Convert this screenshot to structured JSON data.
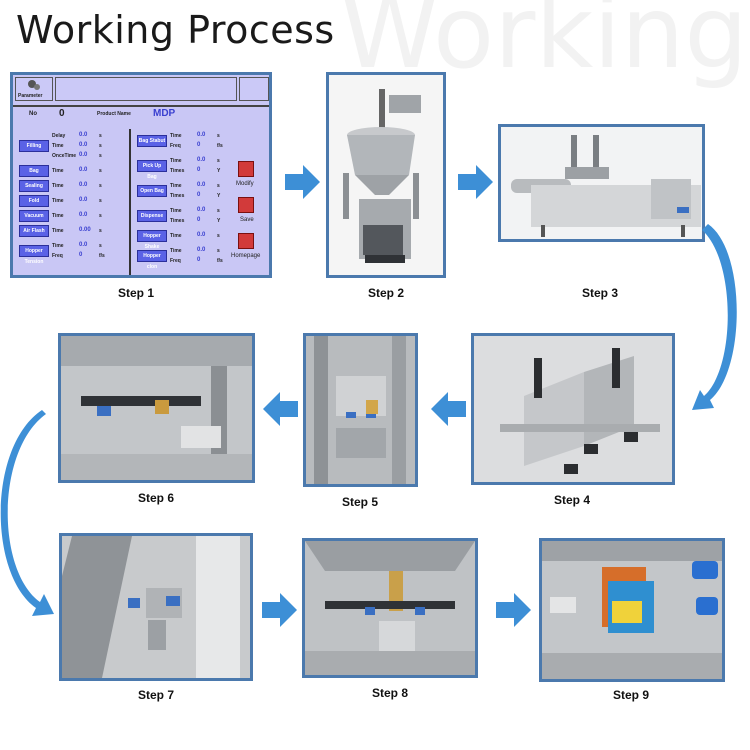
{
  "title": "Working Process",
  "ghost_text": "Working",
  "accent_color": "#4b79ad",
  "arrow_color": "#3d8fd6",
  "steps": [
    {
      "label": "Step 1"
    },
    {
      "label": "Step 2"
    },
    {
      "label": "Step 3"
    },
    {
      "label": "Step 4"
    },
    {
      "label": "Step 5"
    },
    {
      "label": "Step 6"
    },
    {
      "label": "Step 7"
    },
    {
      "label": "Step 8"
    },
    {
      "label": "Step 9"
    }
  ],
  "hmi": {
    "parameter": "Parameter",
    "no_label": "No",
    "no_value": "0",
    "product_name_label": "Product Name",
    "product_name_value": "MDP",
    "left_rows": [
      {
        "btn": "Filling",
        "lines": [
          {
            "k": "Delay",
            "v": "0.0",
            "u": "s"
          },
          {
            "k": "Time",
            "v": "0.0",
            "u": "s"
          },
          {
            "k": "OnceTime",
            "v": "0.0",
            "u": "s"
          }
        ]
      },
      {
        "btn": "Bag",
        "lines": [
          {
            "k": "Time",
            "v": "0.0",
            "u": "s"
          }
        ]
      },
      {
        "btn": "Sealing",
        "lines": [
          {
            "k": "Time",
            "v": "0.0",
            "u": "s"
          }
        ]
      },
      {
        "btn": "Fold",
        "lines": [
          {
            "k": "Time",
            "v": "0.0",
            "u": "s"
          }
        ]
      },
      {
        "btn": "Vacuum",
        "lines": [
          {
            "k": "Time",
            "v": "0.0",
            "u": "s"
          }
        ]
      },
      {
        "btn": "Air Flash",
        "lines": [
          {
            "k": "Time",
            "v": "0.00",
            "u": "s"
          }
        ]
      },
      {
        "btn": "Hopper Tension",
        "lines": [
          {
            "k": "Time",
            "v": "0.0",
            "u": "s"
          },
          {
            "k": "Freq",
            "v": "0",
            "u": "f/s"
          }
        ]
      }
    ],
    "right_rows": [
      {
        "btn": "Bag Stabut",
        "lines": [
          {
            "k": "Time",
            "v": "0.0",
            "u": "s"
          },
          {
            "k": "Freq",
            "v": "0",
            "u": "f/s"
          }
        ]
      },
      {
        "btn": "Pick Up Bag",
        "lines": [
          {
            "k": "Time",
            "v": "0.0",
            "u": "s"
          },
          {
            "k": "Times",
            "v": "0",
            "u": "Y"
          }
        ]
      },
      {
        "btn": "Open Bag",
        "lines": [
          {
            "k": "Time",
            "v": "0.0",
            "u": "s"
          },
          {
            "k": "Times",
            "v": "0",
            "u": "Y"
          }
        ]
      },
      {
        "btn": "Dispense",
        "lines": [
          {
            "k": "Time",
            "v": "0.0",
            "u": "s"
          },
          {
            "k": "Times",
            "v": "0",
            "u": "Y"
          }
        ]
      },
      {
        "btn": "Hopper Shake",
        "lines": [
          {
            "k": "Time",
            "v": "0.0",
            "u": "s"
          }
        ]
      },
      {
        "btn": "Hopper clon",
        "lines": [
          {
            "k": "Time",
            "v": "0.0",
            "u": "s"
          },
          {
            "k": "Freq",
            "v": "0",
            "u": "f/s"
          }
        ]
      }
    ],
    "modify": "Modify",
    "save": "Save",
    "homepage": "Homepage"
  }
}
